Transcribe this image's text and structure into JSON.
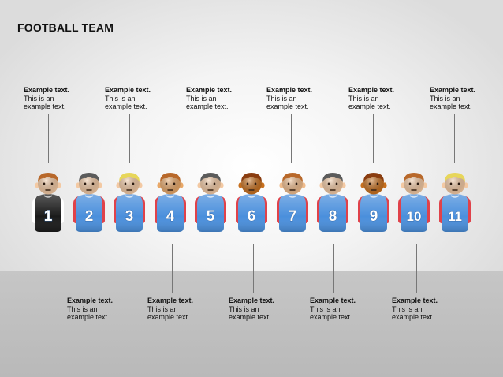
{
  "title": "FOOTBALL TEAM",
  "callouts_top": [
    {
      "heading": "Example text.",
      "line1": "This is an",
      "line2": "example text."
    },
    {
      "heading": "Example text.",
      "line1": "This is an",
      "line2": "example text."
    },
    {
      "heading": "Example text.",
      "line1": "This is an",
      "line2": "example text."
    },
    {
      "heading": "Example text.",
      "line1": "This is an",
      "line2": "example text."
    },
    {
      "heading": "Example text.",
      "line1": "This is an",
      "line2": "example text."
    },
    {
      "heading": "Example text.",
      "line1": "This is an",
      "line2": "example text."
    }
  ],
  "callouts_bottom": [
    {
      "heading": "Example text.",
      "line1": "This is an",
      "line2": "example text."
    },
    {
      "heading": "Example text.",
      "line1": "This is an",
      "line2": "example text."
    },
    {
      "heading": "Example text.",
      "line1": "This is an",
      "line2": "example text."
    },
    {
      "heading": "Example text.",
      "line1": "This is an",
      "line2": "example text."
    },
    {
      "heading": "Example text.",
      "line1": "This is an",
      "line2": "example text."
    }
  ],
  "players": [
    {
      "number": "1",
      "hair": "#b8682a",
      "skin": "#f3c9a3",
      "shirt": "#1a1a1a",
      "sleeve": "#ffffff"
    },
    {
      "number": "2",
      "hair": "#5b5b5b",
      "skin": "#f3c9a3",
      "shirt": "#4a8fdc",
      "sleeve": "#e0424a"
    },
    {
      "number": "3",
      "hair": "#e7d65a",
      "skin": "#f3c9a3",
      "shirt": "#4a8fdc",
      "sleeve": "#e0424a"
    },
    {
      "number": "4",
      "hair": "#b8682a",
      "skin": "#e9a868",
      "shirt": "#4a8fdc",
      "sleeve": "#e0424a"
    },
    {
      "number": "5",
      "hair": "#5b5b5b",
      "skin": "#f3c9a3",
      "shirt": "#4a8fdc",
      "sleeve": "#e0424a"
    },
    {
      "number": "6",
      "hair": "#8a3d10",
      "skin": "#c8701e",
      "shirt": "#4a8fdc",
      "sleeve": "#e0424a"
    },
    {
      "number": "7",
      "hair": "#b8682a",
      "skin": "#f0bc8c",
      "shirt": "#4a8fdc",
      "sleeve": "#e0424a"
    },
    {
      "number": "8",
      "hair": "#5b5b5b",
      "skin": "#f3c9a3",
      "shirt": "#4a8fdc",
      "sleeve": "#e0424a"
    },
    {
      "number": "9",
      "hair": "#8a3d10",
      "skin": "#c8701e",
      "shirt": "#4a8fdc",
      "sleeve": "#e0424a"
    },
    {
      "number": "10",
      "hair": "#b8682a",
      "skin": "#f3c9a3",
      "shirt": "#4a8fdc",
      "sleeve": "#e0424a"
    },
    {
      "number": "11",
      "hair": "#e7d65a",
      "skin": "#f3c9a3",
      "shirt": "#4a8fdc",
      "sleeve": "#e0424a"
    }
  ]
}
